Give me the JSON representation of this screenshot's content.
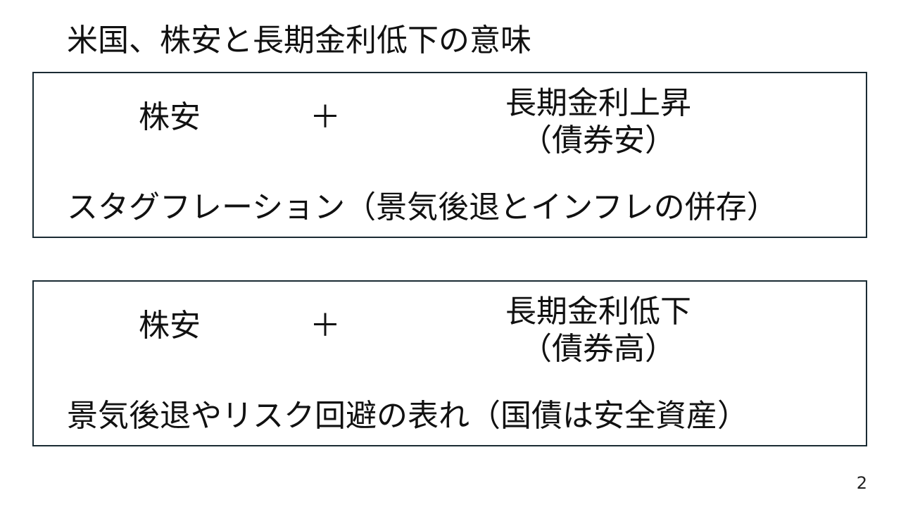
{
  "title": "米国、株安と長期金利低下の意味",
  "boxes": [
    {
      "left": "株安",
      "plus": "＋",
      "right_line1": "長期金利上昇",
      "right_line2": "（債券安）",
      "conclusion": "スタグフレーション（景気後退とインフレの併存）"
    },
    {
      "left": "株安",
      "plus": "＋",
      "right_line1": "長期金利低下",
      "right_line2": "（債券高）",
      "conclusion": "景気後退やリスク回避の表れ（国債は安全資産）"
    }
  ],
  "page_number": "2",
  "colors": {
    "border": "#1a2b33"
  }
}
